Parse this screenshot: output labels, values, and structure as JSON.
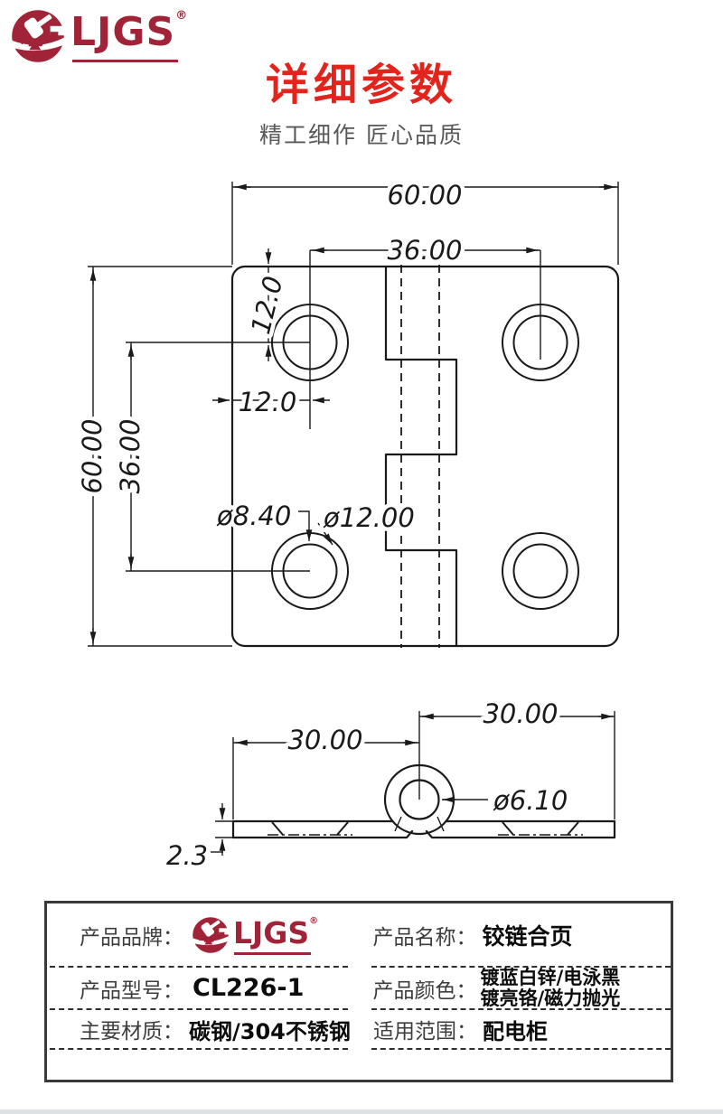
{
  "page": {
    "footer_strip_color": "#dfe2e5"
  },
  "brand": {
    "text": "LJGS",
    "reg": "®",
    "color": "#A02338"
  },
  "header": {
    "title": "详细参数",
    "title_color": "#E2241C",
    "subtitle": "精工细作 匠心品质"
  },
  "drawing": {
    "line_color": "#1a1a1a",
    "top_view": {
      "overall_width": "60.00",
      "hole_spacing_h": "36.00",
      "edge_offset_top": "12.0",
      "edge_offset_left": "12.0",
      "overall_height": "60.00",
      "hole_spacing_v": "36.00",
      "hole_diameter": "ø8.40",
      "countersink_diameter": "ø12.00"
    },
    "side_view": {
      "half_width_left": "30.00",
      "half_width_right": "30.00",
      "pin_diameter": "ø6.10",
      "thickness": "2.3"
    }
  },
  "spec_table": {
    "brand_label": "产品品牌：",
    "name_label": "产品名称：",
    "name_value": "铰链合页",
    "model_label": "产品型号：",
    "model_value": "CL226-1",
    "color_label": "产品颜色：",
    "color_value_line1": "镀蓝白锌/电泳黑",
    "color_value_line2": "镀亮铬/磁力抛光",
    "material_label": "主要材质：",
    "material_value": "碳钢/304不锈钢",
    "range_label": "适用范围：",
    "range_value": "配电柜"
  }
}
